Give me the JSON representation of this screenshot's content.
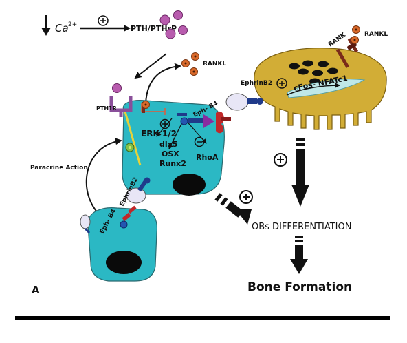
{
  "labels": {
    "ca": "Ca",
    "ca_sup": "2+",
    "pth": "PTH/PTHrP",
    "rankl_top": "RANKL",
    "rankl_osteoclast": "RANKL",
    "rank": "RANK",
    "pth1r": "PTH1R",
    "eph_b4_top": "Eph- B4",
    "ephrinb2_osteoclast": "EphrinB2",
    "cfos": "cFos- NFATc1",
    "erk": "ERK 1/2",
    "dlx5": "dlx5",
    "osx": "OSX",
    "runx2": "Runx2",
    "rhoa": "RhoA",
    "paracrine": "Paracrine Action",
    "ephrinb2_lower": "EphrinB2",
    "eph_b4_lower": "Eph- B4",
    "obs_diff": "OBs DIFFERENTIATION",
    "bone_formation": "Bone Formation",
    "panel_letter": "A",
    "plus": "+",
    "minus": "−"
  },
  "colors": {
    "cell_fill": "#2bb8c4",
    "cell_stroke": "#2a6a70",
    "osteoclast_fill": "#d2ad36",
    "pth_purple": "#b85cae",
    "rankl_orange": "#d9692a",
    "receptor_purple": "#8a4f9a",
    "arrow_black": "#111111",
    "nucleus": "#0a0a0a",
    "ephrin_blue": "#1f3a8a",
    "eph_red": "#c0282a",
    "pale_lilac": "#e8e6f6"
  }
}
